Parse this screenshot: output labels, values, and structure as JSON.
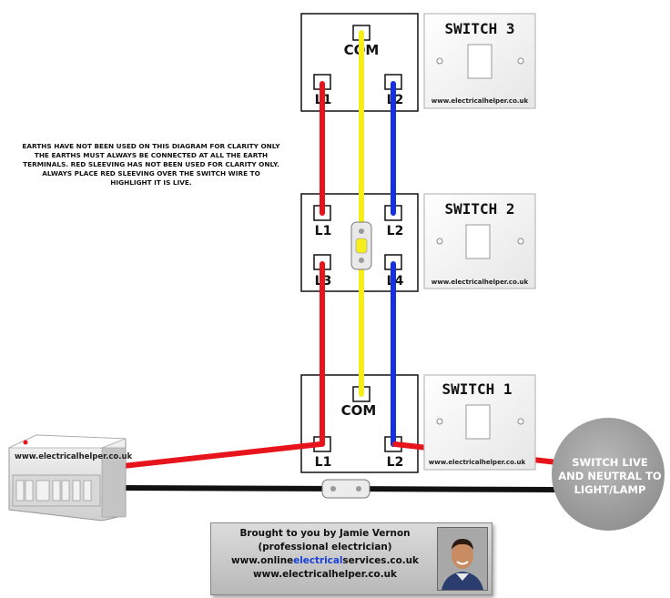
{
  "switches": {
    "s3": {
      "title": "SWITCH 3",
      "com": "COM",
      "l1": "L1",
      "l2": "L2",
      "url": "www.electricalhelper.co.uk"
    },
    "s2": {
      "title": "SWITCH 2",
      "l1": "L1",
      "l2": "L2",
      "l3": "L3",
      "l4": "L4",
      "url": "www.electricalhelper.co.uk"
    },
    "s1": {
      "title": "SWITCH 1",
      "com": "COM",
      "l1": "L1",
      "l2": "L2",
      "url": "www.electricalhelper.co.uk"
    }
  },
  "note": {
    "line1": "EARTHS HAVE NOT BEEN USED ON THIS DIAGRAM FOR CLARITY ONLY",
    "line2": "THE EARTHS MUST ALWAYS BE CONNECTED AT ALL THE EARTH",
    "line3": "TERMINALS. RED SLEEVING HAS NOT BEEN USED FOR CLARITY ONLY.",
    "line4": "ALWAYS PLACE RED SLEEVING OVER THE SWITCH WIRE TO",
    "line5": "HIGHLIGHT IT IS LIVE."
  },
  "consumer_unit": {
    "url": "www.electricalhelper.co.uk"
  },
  "lamp": {
    "line1": "SWITCH LIVE",
    "line2": "AND NEUTRAL TO",
    "line3": "LIGHT/LAMP"
  },
  "credit": {
    "line1": "Brought to you by Jamie Vernon",
    "line2": "(professional electrician)",
    "line3_pre": "www.online",
    "line3_mid": "electrical",
    "line3_post": "services.co.uk",
    "line4": "www.electricalhelper.co.uk"
  },
  "colors": {
    "red": "#e8141c",
    "yellow": "#f5ee1c",
    "blue": "#1530e0",
    "black": "#111111"
  }
}
